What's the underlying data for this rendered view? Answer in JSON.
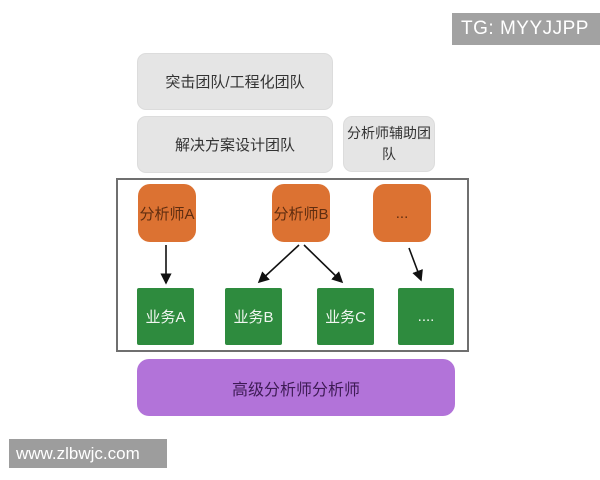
{
  "header_badge": {
    "label": "TG: MYYJJPP"
  },
  "top_teams": [
    {
      "label": "突击团队/工程化团队"
    },
    {
      "label": "解决方案设计团队"
    },
    {
      "label": "分析师辅助团队"
    }
  ],
  "analysts": [
    {
      "label": "分析师A"
    },
    {
      "label": "分析师B"
    },
    {
      "label": "..."
    }
  ],
  "businesses": [
    {
      "label": "业务A"
    },
    {
      "label": "业务B"
    },
    {
      "label": "业务C"
    },
    {
      "label": "...."
    }
  ],
  "senior_team": {
    "label": "高级分析师分析师"
  },
  "watermark": {
    "label": "www.zlbwjc.com"
  },
  "colors": {
    "analyst_orange": "#dc7232",
    "business_green": "#2e8b3e",
    "senior_purple": "#b273d9",
    "team_gray": "#e5e5e5",
    "badge_gray": "#a2a2a2",
    "frame_border": "#6f6f6f"
  }
}
